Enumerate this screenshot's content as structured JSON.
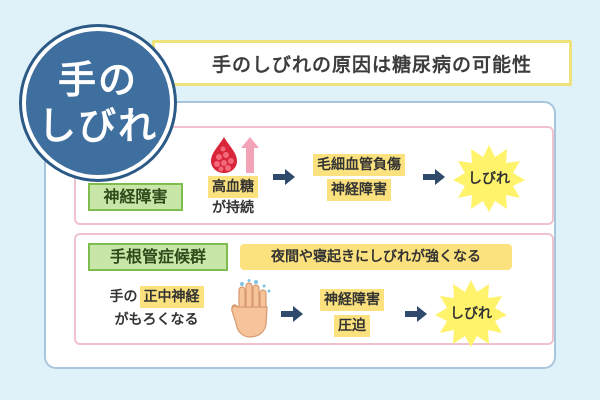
{
  "title": {
    "line1": "手の",
    "line2": "しびれ"
  },
  "heading": "手のしびれの原因は糖尿病の可能性",
  "section_nerve": {
    "label": "神経障害",
    "cause_line1": "高血糖",
    "cause_line2": "が持続",
    "effect_line1": "毛細血管負傷",
    "effect_line2": "神経障害",
    "result": "しびれ"
  },
  "section_carpal": {
    "label": "手根管症候群",
    "note": "夜間や寝起きにしびれが強くなる",
    "cause_prefix": "手の",
    "cause_highlight": "正中神経",
    "cause_line2": "がもろくなる",
    "effect_line1": "神経障害",
    "effect_line2": "圧迫",
    "result": "しびれ"
  },
  "icons": [
    "blood-drop-icon",
    "up-arrow-icon",
    "hand-icon",
    "right-arrow-icon",
    "burst-icon"
  ],
  "colors": {
    "background": "#dff2f9",
    "title_circle": "#3f6f9e",
    "banner_border": "#f0e27a",
    "highlight": "#fbe27e",
    "green_label": "#c9e6a9",
    "panel_border": "#efc2cd",
    "arrow": "#2f4a6a",
    "drop": "#d9253a",
    "star": "#fff36b"
  }
}
